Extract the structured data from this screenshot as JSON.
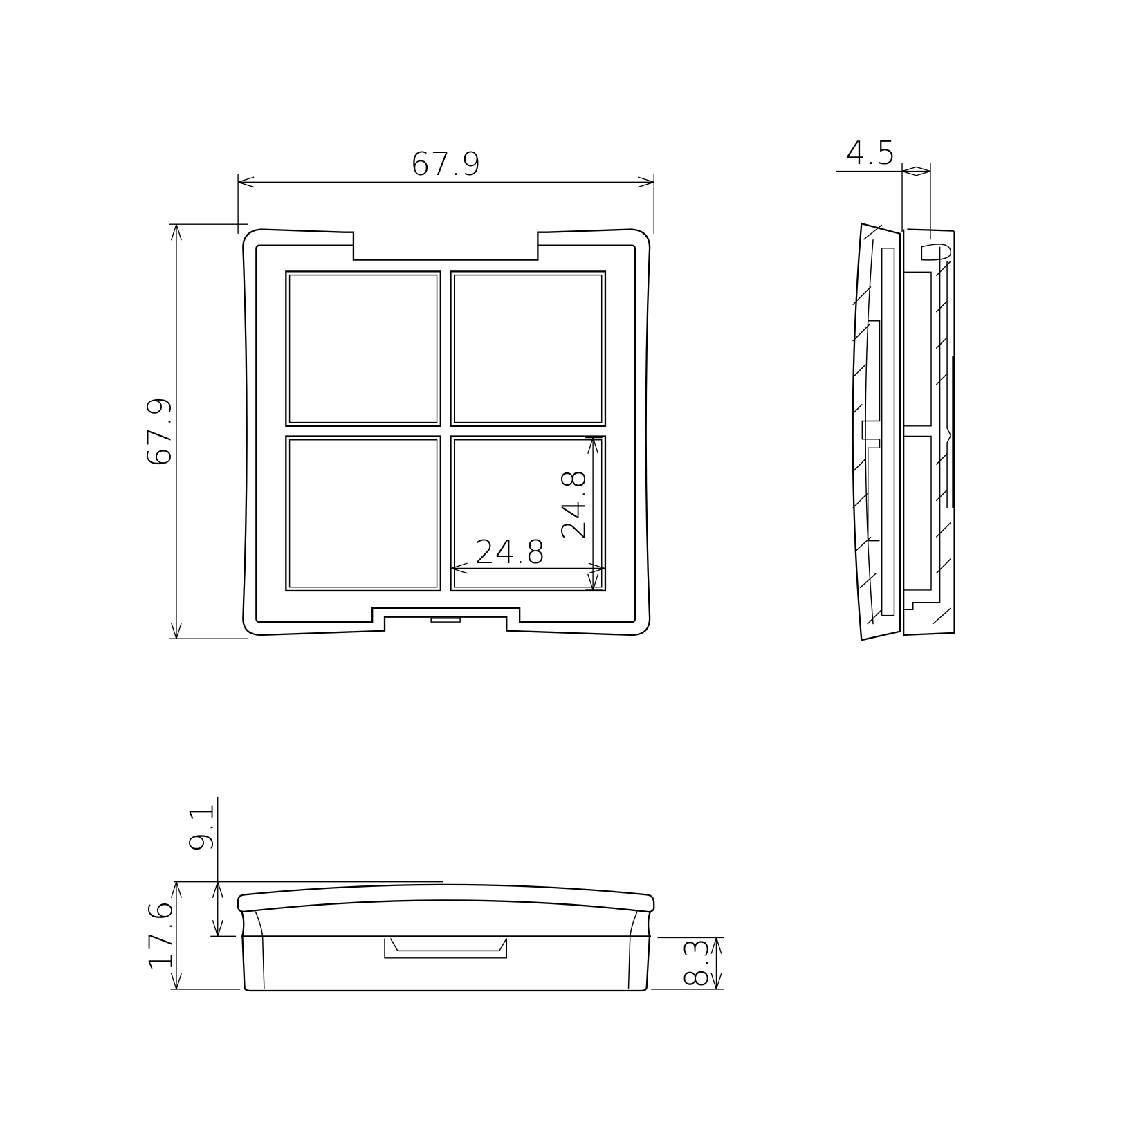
{
  "drawing": {
    "front_view": {
      "width_label": "67.9",
      "height_label": "67.9",
      "well_width_label": "24.8",
      "well_height_label": "24.8",
      "well_count": 4
    },
    "side_view": {
      "depth_label": "4.5"
    },
    "bottom_view": {
      "lid_height_label": "9.1",
      "total_height_label": "17.6",
      "base_height_label": "8.3"
    }
  }
}
